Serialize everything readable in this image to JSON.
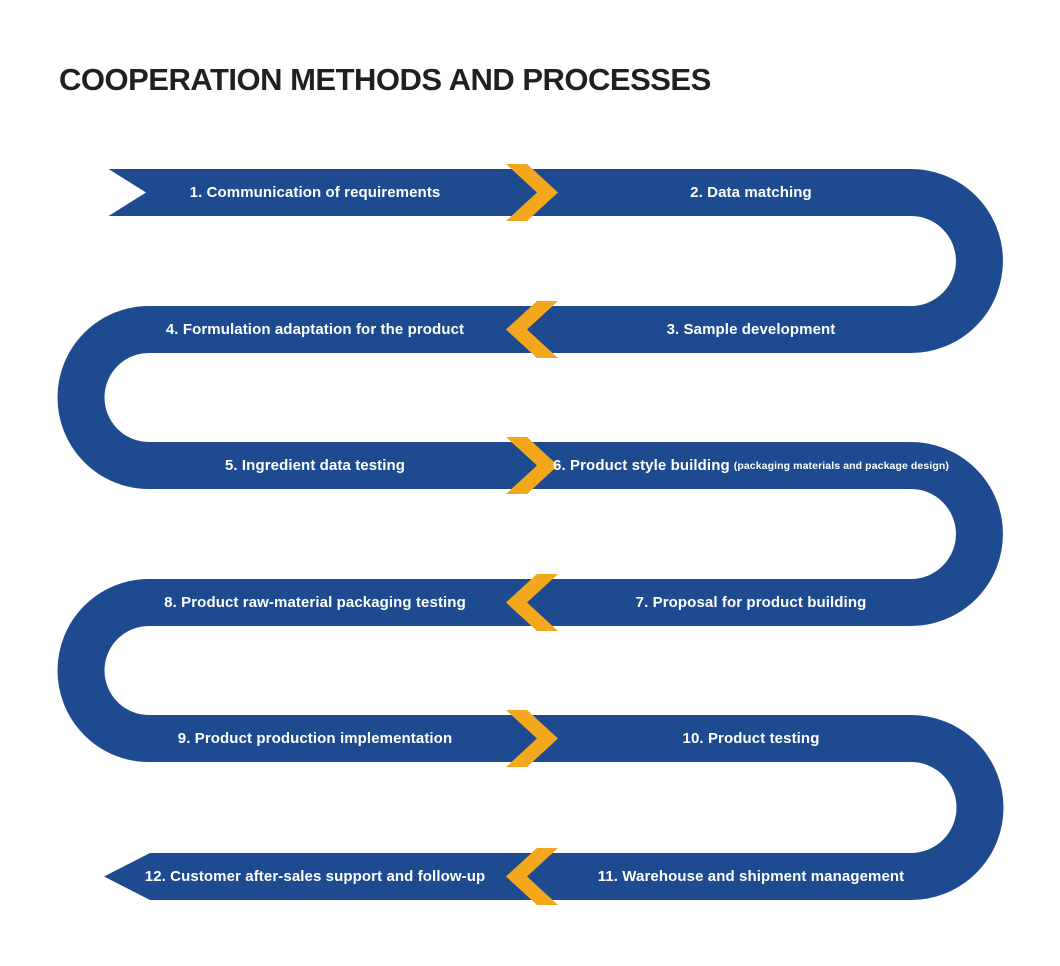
{
  "title": "COOPERATION METHODS AND PROCESSES",
  "colors": {
    "background": "#ffffff",
    "ribbon_blue": "#1e4b90",
    "chevron_yellow": "#f2a71c",
    "title_color": "#231f20",
    "step_text": "#ffffff"
  },
  "diagram": {
    "type": "serpentine-process-flow",
    "flow_order": "1→2 (right), 3→4 (left), 5→6 (right), 7→8 (left), 9→10 (right), 11→12 (left)",
    "start_marker": "notched-ribbon-tail",
    "end_marker": "left-pointing-arrow-tip",
    "connector_icon": "chevron-arrow",
    "steps": [
      {
        "label": "1. Communication of requirements"
      },
      {
        "label": "2. Data matching"
      },
      {
        "label": "3. Sample development"
      },
      {
        "label": "4. Formulation adaptation for the product"
      },
      {
        "label": "5. Ingredient data testing"
      },
      {
        "label": "6. Product style building",
        "note": "(packaging materials and package design)"
      },
      {
        "label": "7. Proposal for product  building"
      },
      {
        "label": "8. Product raw-material packaging testing"
      },
      {
        "label": "9. Product production implementation"
      },
      {
        "label": "10. Product testing"
      },
      {
        "label": "11. Warehouse and shipment management"
      },
      {
        "label": "12. Customer after-sales support and follow-up"
      }
    ]
  }
}
